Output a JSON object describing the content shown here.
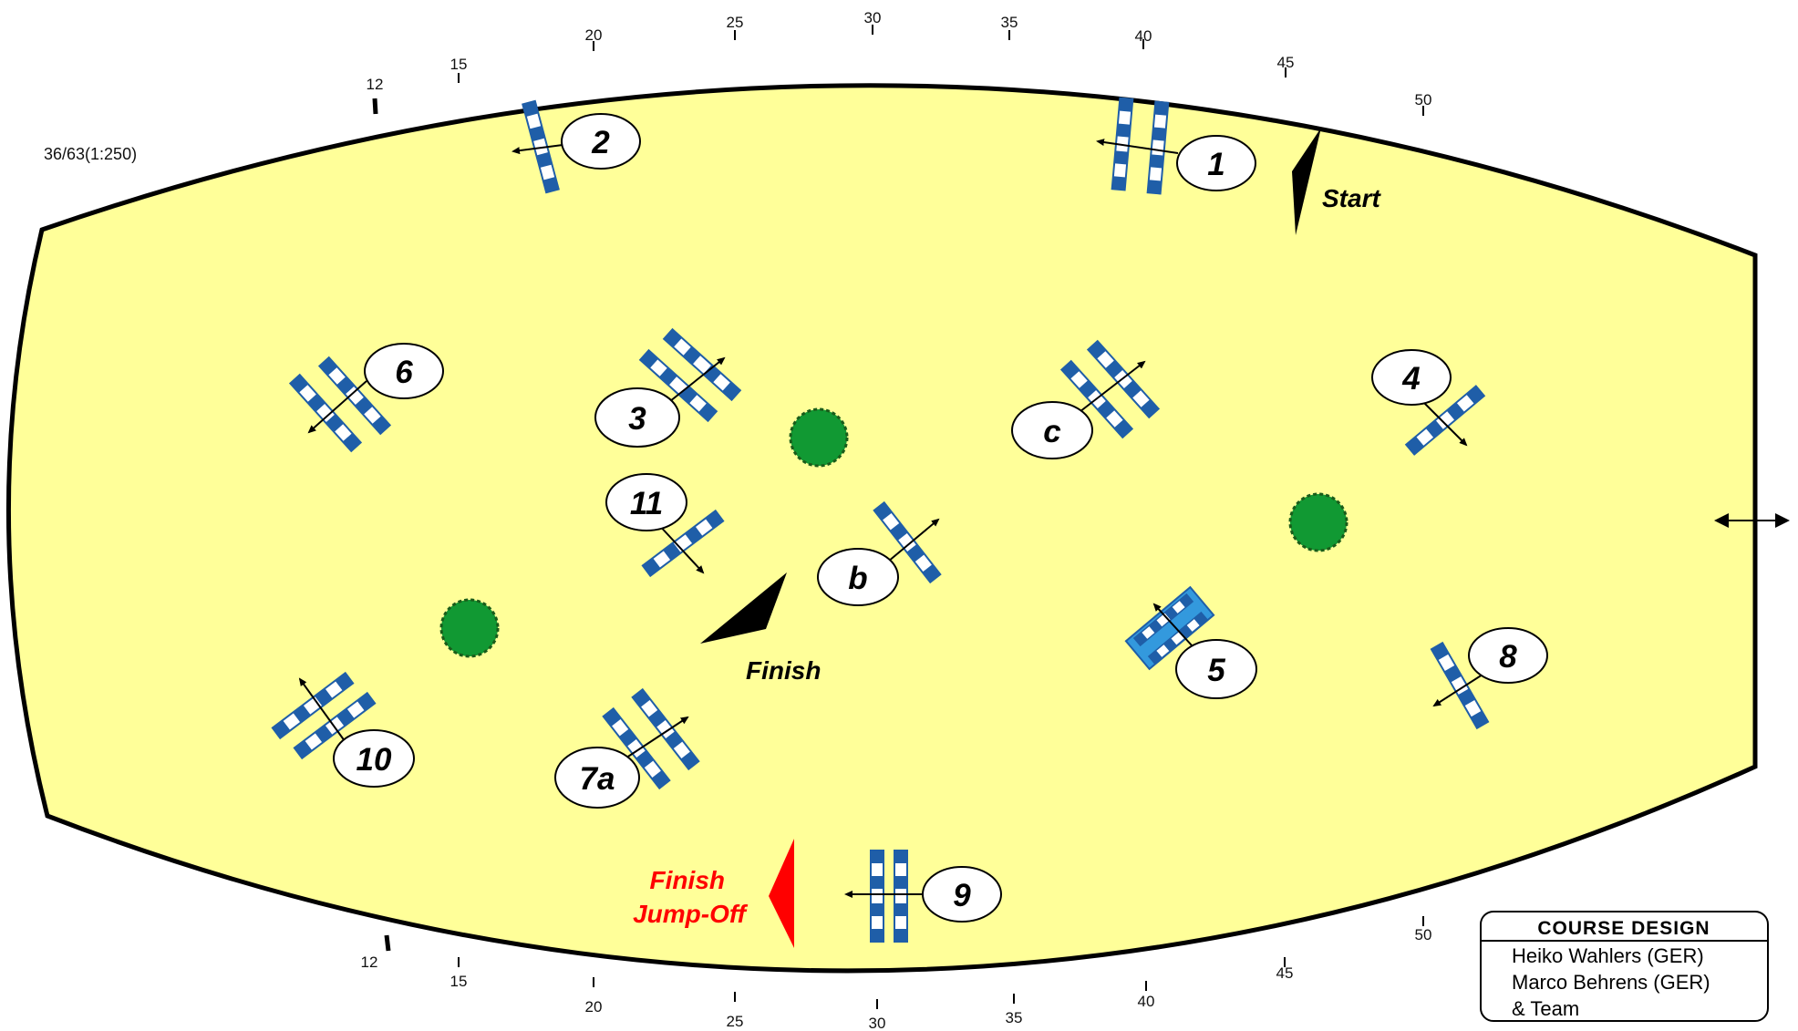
{
  "scale_note": "36/63(1:250)",
  "top_ticks": [
    "12",
    "15",
    "20",
    "25",
    "30",
    "35",
    "40",
    "45",
    "50"
  ],
  "bottom_ticks": [
    "12",
    "15",
    "20",
    "25",
    "30",
    "35",
    "40",
    "45",
    "50"
  ],
  "obstacles": [
    "1",
    "2",
    "3",
    "4",
    "5",
    "6",
    "7a",
    "8",
    "9",
    "10",
    "11",
    "b",
    "c"
  ],
  "labels": {
    "start": "Start",
    "finish": "Finish",
    "finish_jumpoff_line1": "Finish",
    "finish_jumpoff_line2": "Jump-Off"
  },
  "credits": {
    "title": "COURSE DESIGN",
    "lines": [
      "Heiko Wahlers (GER)",
      "Marco Behrens (GER)",
      "& Team"
    ]
  },
  "colors": {
    "arena_fill": "#ffff99",
    "rail_blue": "#1f5ea8",
    "water_blue": "#3399dd",
    "tree_green": "#119933",
    "jumpoff_red": "#ff0000"
  }
}
